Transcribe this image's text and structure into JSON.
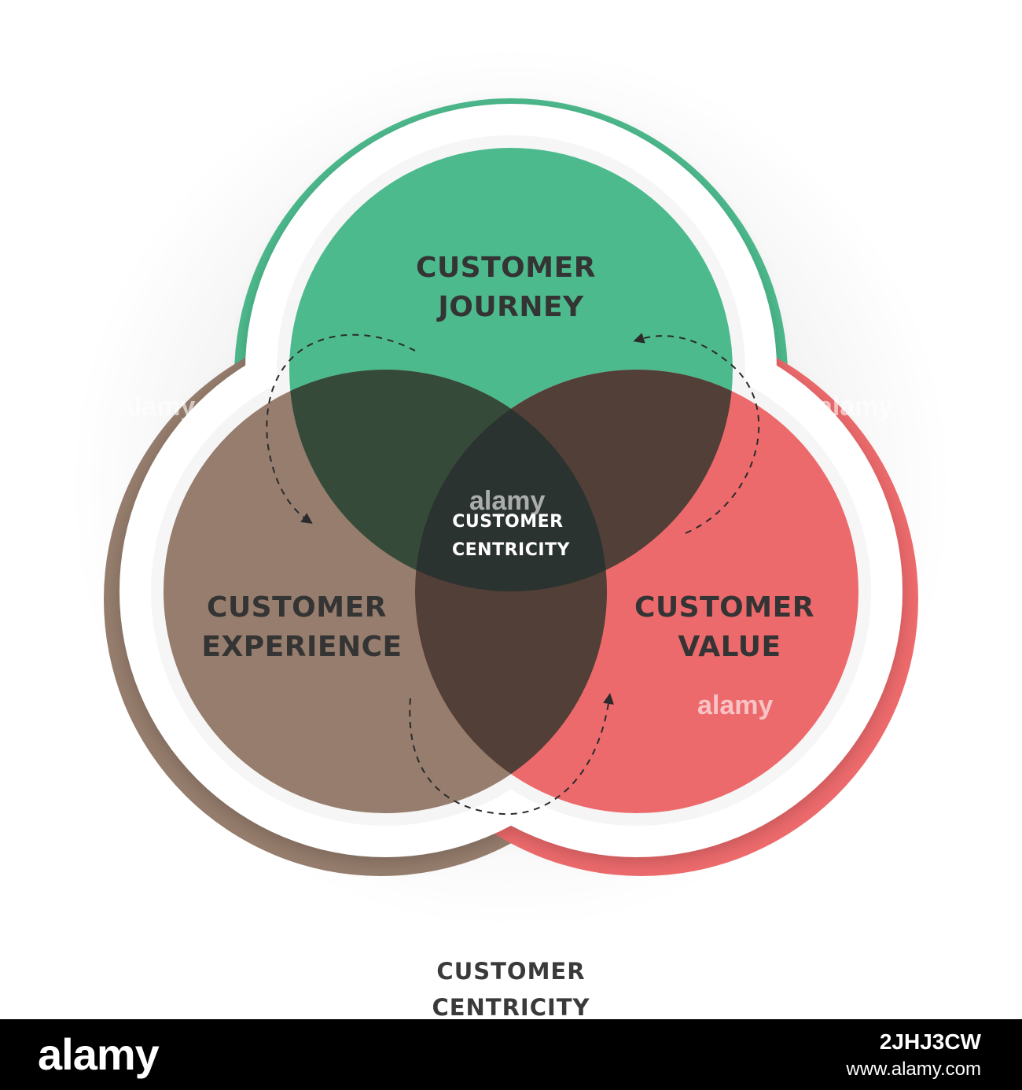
{
  "diagram": {
    "circles": [
      {
        "id": "journey",
        "lines": [
          "CUSTOMER",
          "JOURNEY"
        ],
        "color": "#4dba8d",
        "ring_color": "#4dba8d"
      },
      {
        "id": "experience",
        "lines": [
          "CUSTOMER",
          "EXPERIENCE"
        ],
        "color": "#967d6d",
        "ring_color": "#967d6d"
      },
      {
        "id": "value",
        "lines": [
          "CUSTOMER",
          "VALUE"
        ],
        "color": "#ed6a6c",
        "ring_color": "#ed6a6c"
      }
    ],
    "center": {
      "lines": [
        "CUSTOMER",
        "CENTRICITY"
      ],
      "color": "#2b3330"
    },
    "overlap_colors": {
      "journey_experience": "#354a38",
      "journey_value": "#523f37",
      "experience_value": "#523f37"
    },
    "arrows": "dashed-circular-flow"
  },
  "footer_title": {
    "line1": "CUSTOMER",
    "line2": "CENTRICITY"
  },
  "watermark": {
    "text": "alamy"
  },
  "footer_bar": {
    "brand": "alamy",
    "image_id": "2JHJ3CW",
    "url": "www.alamy.com",
    "background": "#000000"
  }
}
